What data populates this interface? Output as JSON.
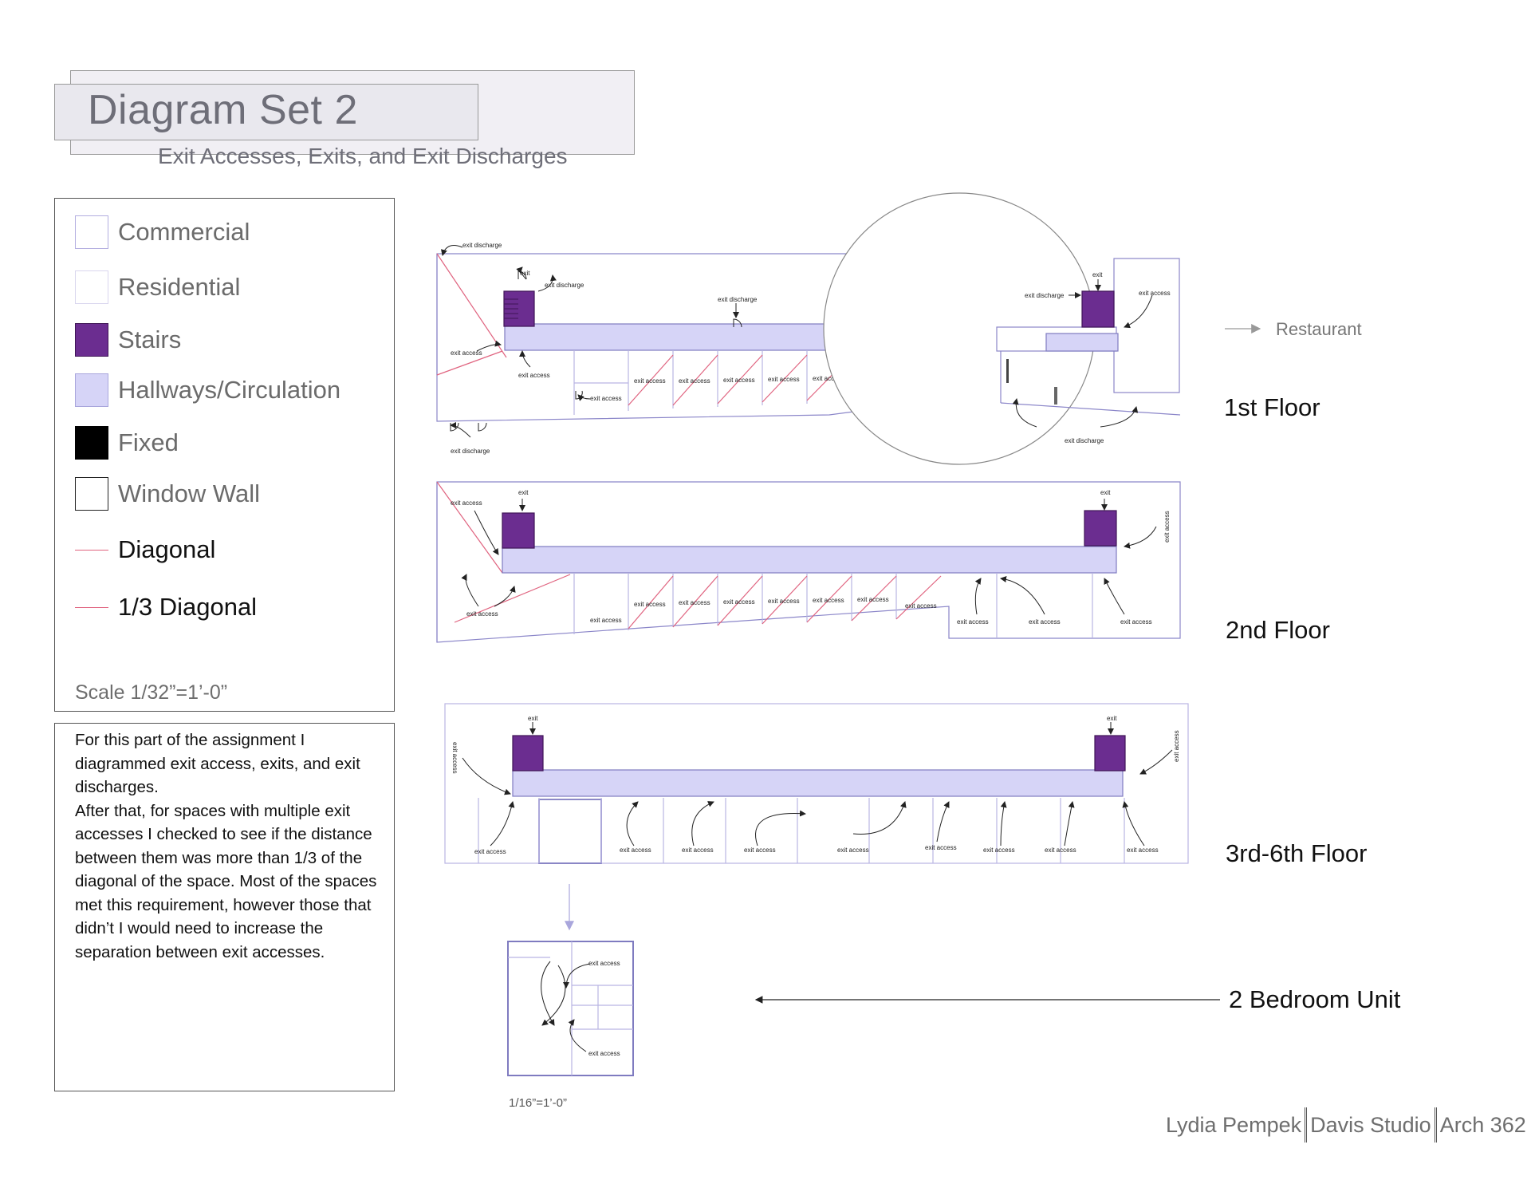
{
  "header": {
    "title": "Diagram Set 2",
    "subtitle": "Exit Accesses, Exits, and Exit Discharges"
  },
  "legend": {
    "items": [
      {
        "label": "Commercial",
        "kind": "box",
        "fill": "#ffffff",
        "stroke": "#b3aee0"
      },
      {
        "label": "Residential",
        "kind": "box",
        "fill": "#ffffff",
        "stroke": "#d9d6ee"
      },
      {
        "label": "Stairs",
        "kind": "box",
        "fill": "#6b2d90",
        "stroke": "#3f1556"
      },
      {
        "label": "Hallways/Circulation",
        "kind": "box",
        "fill": "#d6d4f7",
        "stroke": "#a9a6dc"
      },
      {
        "label": "Fixed",
        "kind": "box",
        "fill": "#000000",
        "stroke": "#000000"
      },
      {
        "label": "Window Wall",
        "kind": "box",
        "fill": "#ffffff",
        "stroke": "#222222"
      },
      {
        "label": "Diagonal",
        "kind": "line",
        "fill": "#e0637f",
        "stroke": "#e0637f"
      },
      {
        "label": "1/3 Diagonal",
        "kind": "line",
        "fill": "#e0637f",
        "stroke": "#e0637f"
      }
    ],
    "scale": "Scale 1/32”=1’-0”"
  },
  "description": "For this part of the assignment I diagrammed exit access, exits, and exit discharges.\nAfter that, for spaces with multiple exit accesses I checked to see if the distance between them was more than 1/3 of the diagonal of the space. Most of the spaces met this requirement, however those that didn’t I would need to increase the separation between exit accesses.",
  "floors": {
    "first": "1st Floor",
    "second": "2nd Floor",
    "third_sixth": "3rd-6th Floor",
    "unit": "2 Bedroom Unit"
  },
  "callouts": {
    "restaurant": "Restaurant",
    "unit_scale": "1/16”=1’-0”"
  },
  "plan_labels": {
    "exit": "exit",
    "exit_access": "exit access",
    "exit_discharge": "exit discharge"
  },
  "footer": {
    "name": "Lydia Pempek",
    "studio": "Davis Studio",
    "course": "Arch 362"
  },
  "colors": {
    "stairs": "#6b2d90",
    "hallway": "#d6d4f7",
    "diagonal": "#e0637f",
    "plan_line": "#8b86c9"
  }
}
